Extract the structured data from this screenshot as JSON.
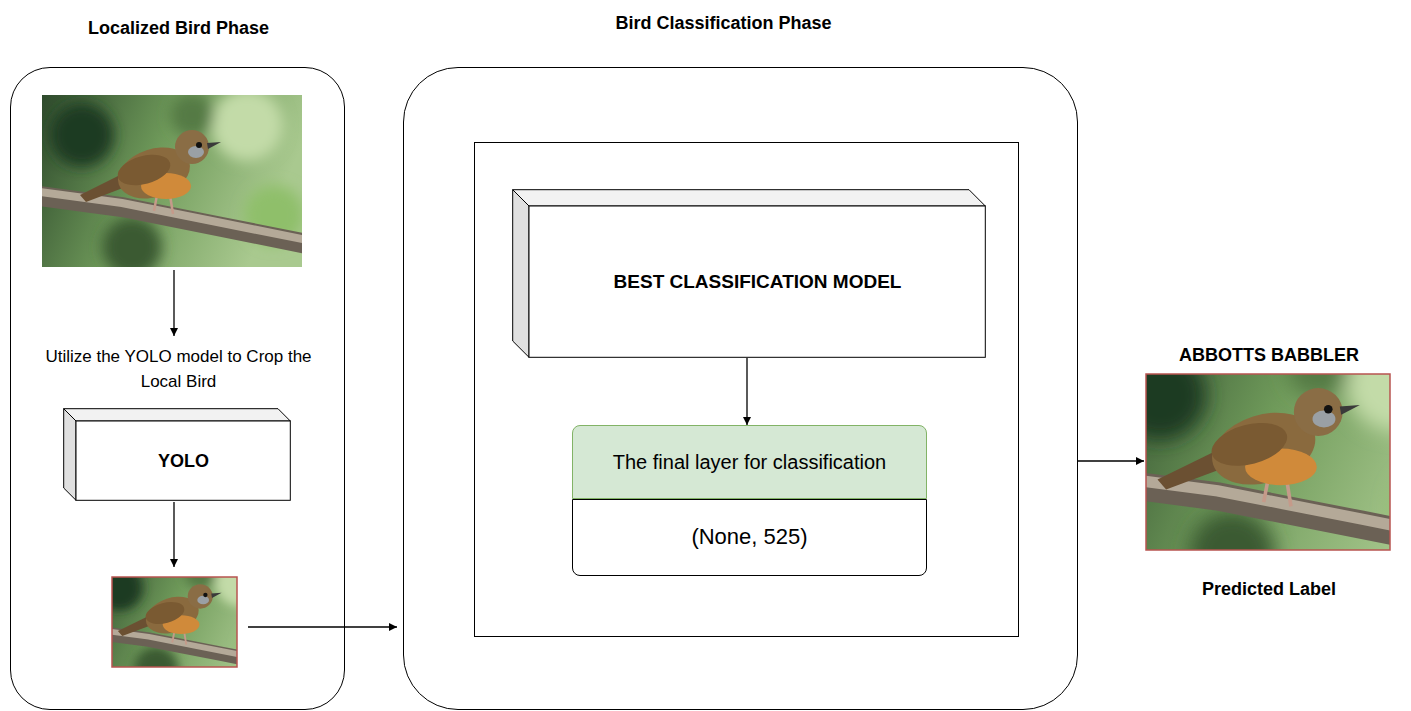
{
  "diagram": {
    "nodes": [
      {
        "text": [
          "Localized Bird Phase",
          "Utilize the YOLO model to Crop the Local Bird"
        ]
      },
      {
        "text": [
          "YOLO"
        ],
        "in": 0
      },
      {
        "text": [
          "Bird Classification Phase"
        ]
      },
      {
        "text": [
          "BEST CLASSIFICATION MODEL"
        ],
        "in": 2
      },
      {
        "text": [
          "The final layer for classification"
        ],
        "in": 2
      },
      {
        "text": [
          "(None, 525)"
        ],
        "in": 2
      },
      {
        "text": [
          "ABBOTTS BABBLER",
          "Predicted Label"
        ]
      }
    ],
    "edges": [
      {
        "from": 3,
        "to": 4,
        "arrow": "to"
      },
      {
        "from": 2,
        "to": 6,
        "arrow": "to"
      }
    ]
  }
}
